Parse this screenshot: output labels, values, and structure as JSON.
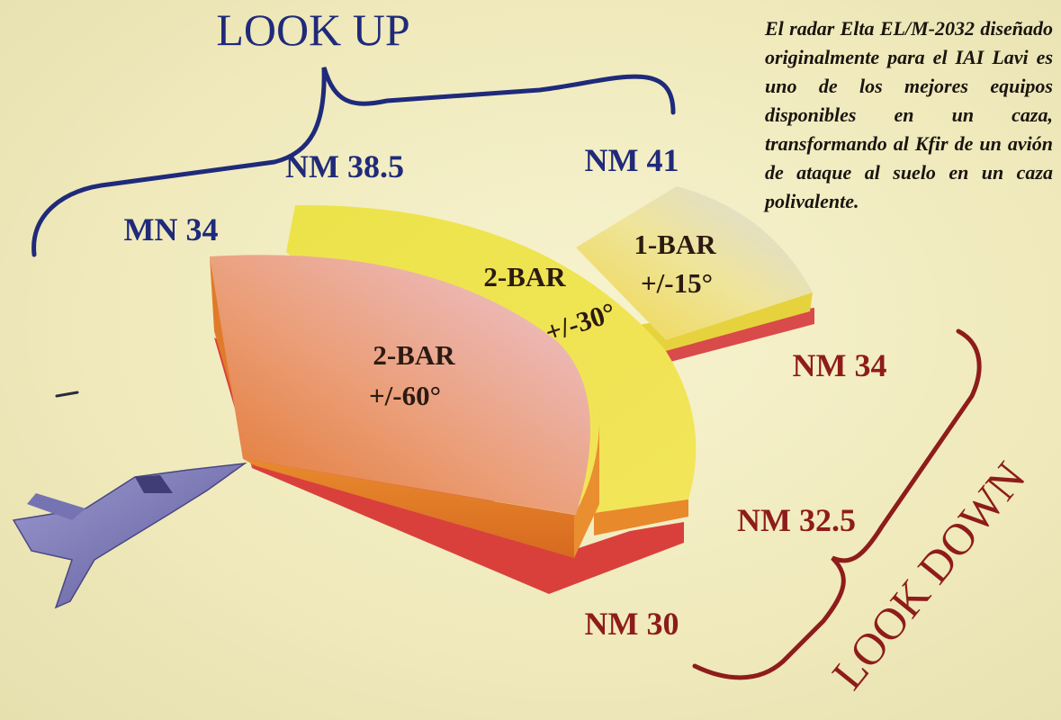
{
  "caption": "El radar Elta EL/M-2032 diseñado originalmente para el IAI Lavi es uno de los mejores equipos disponibles en un caza, transformando al Kfir de un avión de ataque al suelo en un caza polivalente.",
  "look_up": {
    "title": "LOOK UP",
    "color": "#1f2a7a",
    "ranges": [
      "MN 34",
      "NM 38.5",
      "NM 41"
    ]
  },
  "look_down": {
    "title": "LOOK DOWN",
    "color": "#8e1c1a",
    "ranges": [
      "NM 34",
      "NM 32.5",
      "NM 30"
    ]
  },
  "sectors": [
    {
      "bars": "2-BAR",
      "angle": "+/-60°"
    },
    {
      "bars": "2-BAR",
      "angle": "+/-30°"
    },
    {
      "bars": "1-BAR",
      "angle": "+/-15°"
    }
  ],
  "aircraft_icon": "jet-fighter-icon"
}
